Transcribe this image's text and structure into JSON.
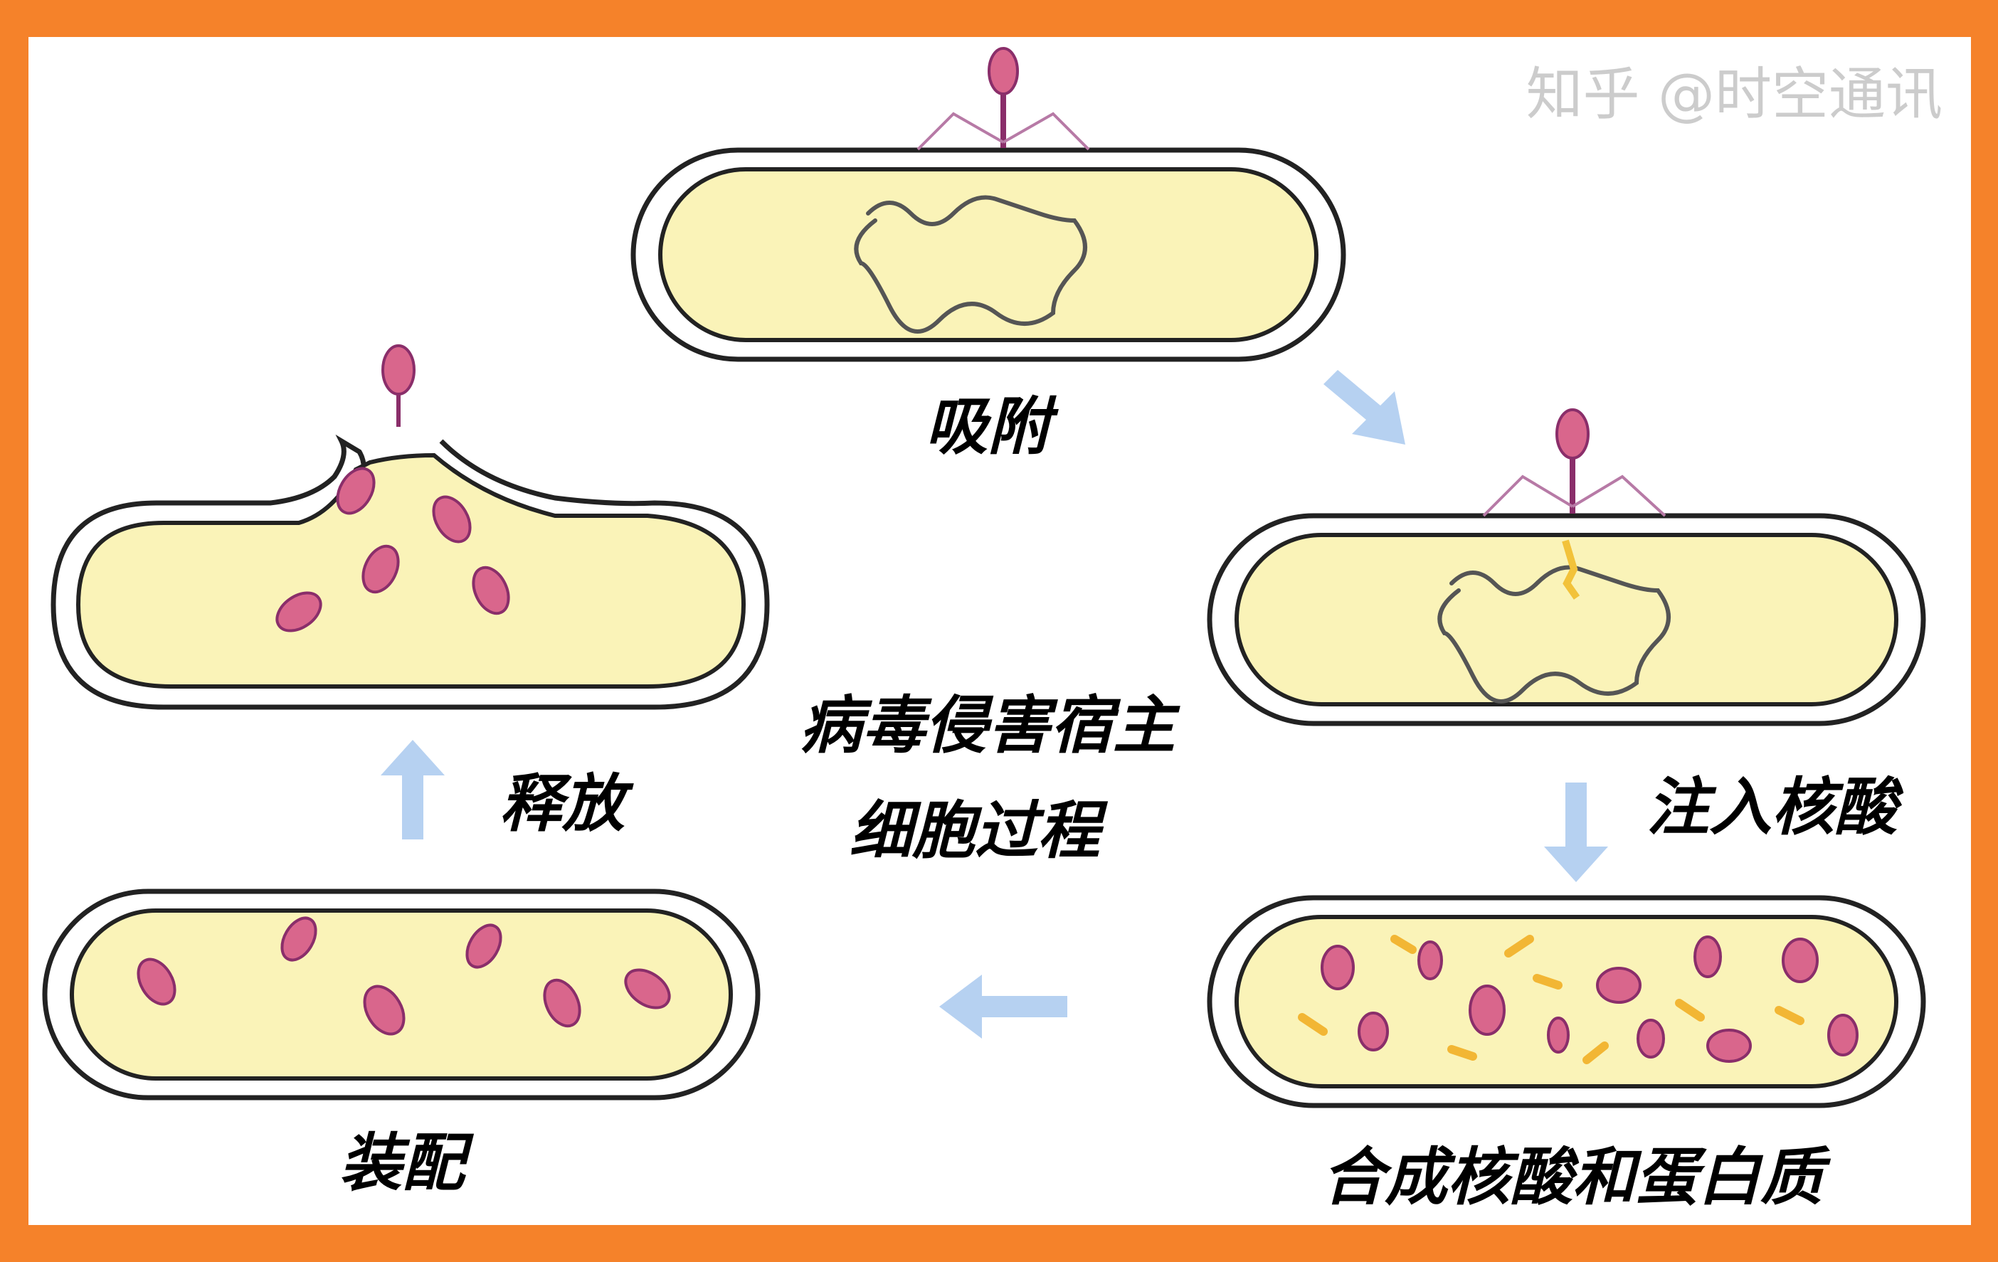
{
  "title": [
    "病毒侵害宿主",
    "细胞过程"
  ],
  "steps": {
    "adsorption": "吸附",
    "inject": "注入核酸",
    "synthesis": "合成核酸和蛋白质",
    "assembly": "装配",
    "release": "释放"
  },
  "watermark": "知乎 @时空通讯",
  "colors": {
    "border": "#F5822A",
    "cell": "#FAF3B8",
    "phage": "#D9668C",
    "arrow": "#A9C9EE"
  }
}
